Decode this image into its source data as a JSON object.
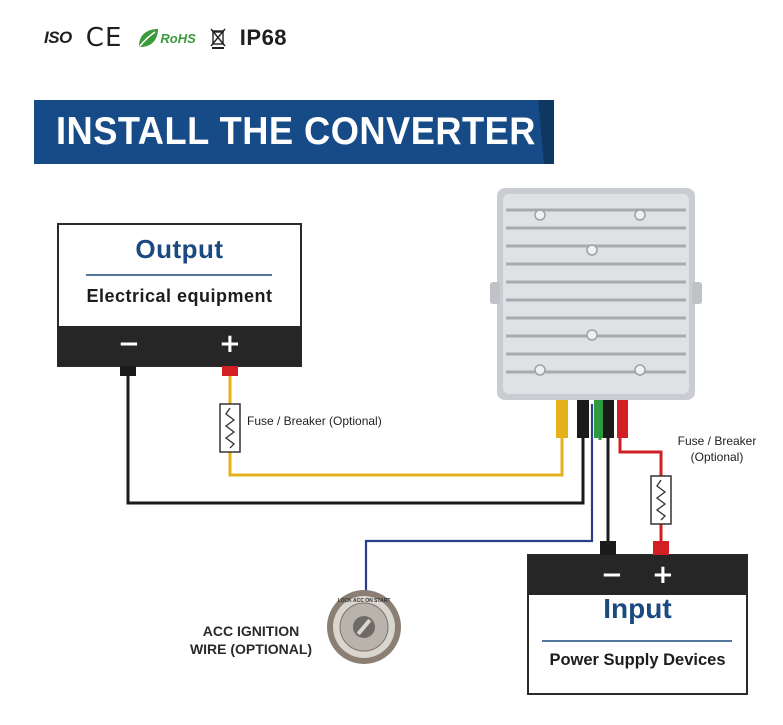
{
  "certifications": {
    "iso": "ISO",
    "ce": "CE",
    "rohs": "RoHS",
    "ip": "IP68"
  },
  "title": "INSTALL THE CONVERTER",
  "output_device": {
    "title": "Output",
    "subtitle": "Electrical equipment",
    "negative": "−",
    "positive": "+"
  },
  "input_device": {
    "title": "Input",
    "subtitle": "Power Supply Devices",
    "negative": "−",
    "positive": "+"
  },
  "fuse_output": "Fuse / Breaker (Optional)",
  "fuse_input": {
    "line1": "Fuse / Breaker",
    "line2": "(Optional)"
  },
  "acc": {
    "line1": "ACC IGNITION",
    "line2": "WIRE (OPTIONAL)",
    "switch_text": "LOCK ACC ON START"
  },
  "colors": {
    "brand_blue": "#1b4a80",
    "banner_blue": "#174b88",
    "wire_black": "#1a1a1a",
    "wire_yellow": "#e5b11a",
    "wire_red": "#d21f26",
    "wire_blue": "#2a3d8f",
    "wire_green": "#2e9a3f"
  }
}
